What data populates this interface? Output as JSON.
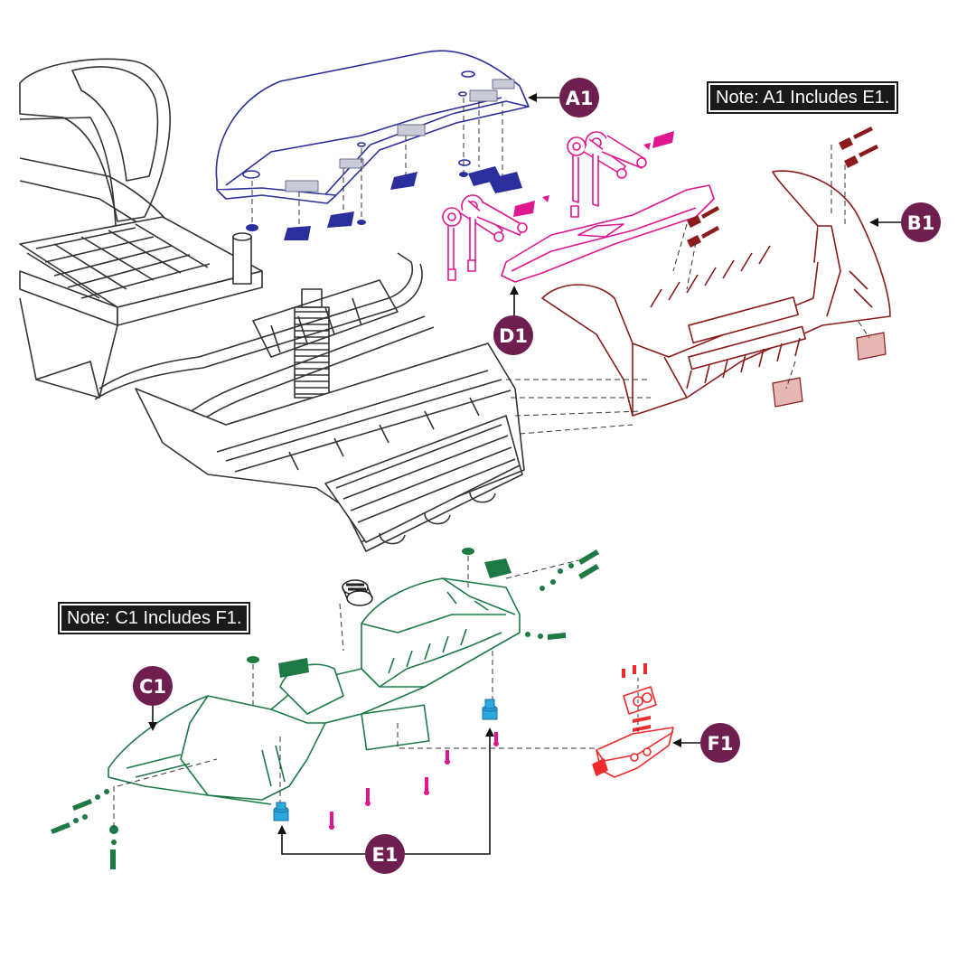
{
  "notes": {
    "a1": "Note: A1 Includes E1.",
    "c1": "Note: C1 Includes F1."
  },
  "callouts": {
    "A1": "A1",
    "B1": "B1",
    "C1": "C1",
    "D1": "D1",
    "E1": "E1",
    "F1": "F1"
  },
  "colors": {
    "callout": "#6e1f50",
    "part_a1": "#2b2f9e",
    "part_b1": "#8b1a1a",
    "part_c1": "#1d7a45",
    "part_d1": "#e0168f",
    "part_e1": "#29a8e0",
    "part_f1": "#ee2a2a",
    "frame": "#333333"
  }
}
